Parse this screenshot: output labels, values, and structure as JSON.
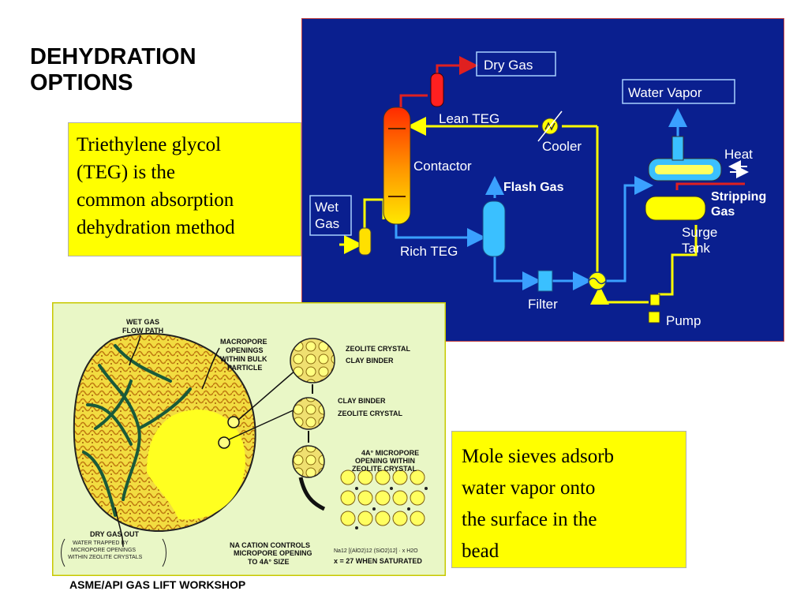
{
  "slide": {
    "title_line1": "DEHYDRATION",
    "title_line2": "OPTIONS",
    "teg_text": [
      "Triethylene glycol",
      "(TEG) is the",
      "common absorption",
      "dehydration method"
    ],
    "sieve_text": [
      "Mole sieves adsorb",
      "water vapor onto",
      "the surface in the",
      "bead"
    ],
    "footer": "ASME/API GAS LIFT WORKSHOP"
  },
  "flow_diagram": {
    "dry_gas": "Dry Gas",
    "water_vapor": "Water Vapor",
    "lean_teg": "Lean TEG",
    "cooler": "Cooler",
    "heat": "Heat",
    "contactor": "Contactor",
    "flash_gas": "Flash Gas",
    "stripping_gas_1": "Stripping",
    "stripping_gas_2": "Gas",
    "wet_gas_1": "Wet",
    "wet_gas_2": "Gas",
    "surge_tank_1": "Surge",
    "surge_tank_2": "Tank",
    "rich_teg": "Rich TEG",
    "filter": "Filter",
    "pump": "Pump",
    "colors": {
      "background": "#0a1f8f",
      "flow_yellow": "#ffff00",
      "flow_blue": "#3aa0ff",
      "flow_red": "#e02020"
    }
  },
  "sieve_diagram": {
    "wet_gas_flow_path_1": "WET GAS",
    "wet_gas_flow_path_2": "FLOW PATH",
    "macropore_1": "MACROPORE",
    "macropore_2": "OPENINGS",
    "macropore_3": "WITHIN BULK",
    "macropore_4": "PARTICLE",
    "zeolite_crystal": "ZEOLITE CRYSTAL",
    "clay_binder": "CLAY BINDER",
    "clay_binder_2": "CLAY BINDER",
    "zeolite_crystal_2": "ZEOLITE CRYSTAL",
    "micropore_1": "4A° MICROPORE",
    "micropore_2": "OPENING WITHIN",
    "micropore_3": "ZEOLITE CRYSTAL",
    "dry_gas_out": "DRY GAS OUT",
    "water_trapped_1": "WATER TRAPPED BY",
    "water_trapped_2": "MICROPORE OPENINGS",
    "water_trapped_3": "WITHIN ZEOLITE CRYSTALS",
    "na_cation_1": "NA  CATION CONTROLS",
    "na_cation_2": "MICROPORE OPENING",
    "na_cation_3": "TO 4A° SIZE",
    "formula": "Na12 [(AlO2)12 (SiO2)12] · x H2O",
    "saturated": "x = 27 WHEN SATURATED"
  }
}
